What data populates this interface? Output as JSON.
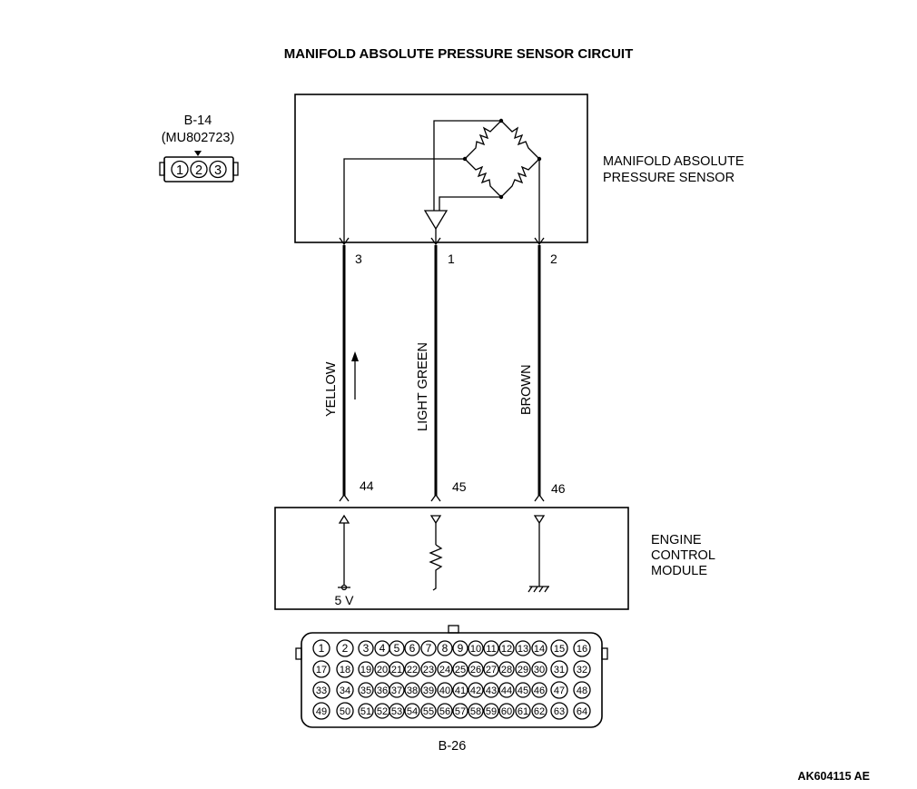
{
  "title": "MANIFOLD ABSOLUTE PRESSURE SENSOR CIRCUIT",
  "connector_b14": {
    "name": "B-14",
    "part_number": "(MU802723)",
    "pins": [
      "1",
      "2",
      "3"
    ]
  },
  "sensor": {
    "label_line1": "MANIFOLD ABSOLUTE",
    "label_line2": "PRESSURE SENSOR"
  },
  "ecm": {
    "label_line1": "ENGINE",
    "label_line2": "CONTROL",
    "label_line3": "MODULE",
    "voltage_label": "5 V"
  },
  "wires": [
    {
      "color": "YELLOW",
      "sensor_pin": "3",
      "ecm_pin": "44"
    },
    {
      "color": "LIGHT GREEN",
      "sensor_pin": "1",
      "ecm_pin": "45"
    },
    {
      "color": "BROWN",
      "sensor_pin": "2",
      "ecm_pin": "46"
    }
  ],
  "connector_b26": {
    "name": "B-26",
    "rows": [
      [
        "1",
        "2",
        "3",
        "4",
        "5",
        "6",
        "7",
        "8",
        "9",
        "10",
        "11",
        "12",
        "13",
        "14",
        "15",
        "16"
      ],
      [
        "17",
        "18",
        "19",
        "20",
        "21",
        "22",
        "23",
        "24",
        "25",
        "26",
        "27",
        "28",
        "29",
        "30",
        "31",
        "32"
      ],
      [
        "33",
        "34",
        "35",
        "36",
        "37",
        "38",
        "39",
        "40",
        "41",
        "42",
        "43",
        "44",
        "45",
        "46",
        "47",
        "48"
      ],
      [
        "49",
        "50",
        "51",
        "52",
        "53",
        "54",
        "55",
        "56",
        "57",
        "58",
        "59",
        "60",
        "61",
        "62",
        "63",
        "64"
      ]
    ]
  },
  "figure_code": "AK604115 AE"
}
